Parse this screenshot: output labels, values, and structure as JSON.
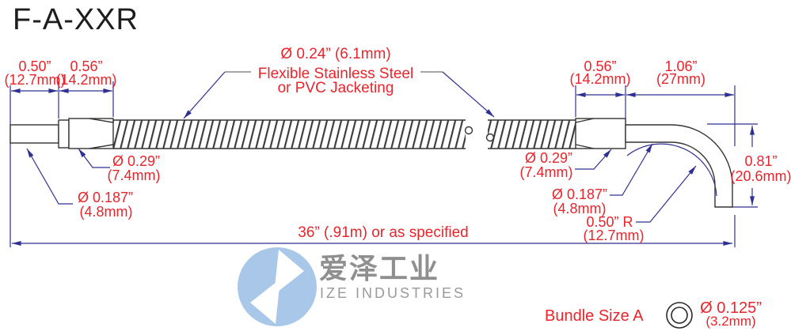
{
  "title": "F-A-XXR",
  "colors": {
    "dimension_text_red": "#e8252b",
    "dimension_line_blue": "#2f3192",
    "drawing_outline": "#343434",
    "watermark_blue": "#a9c7e8",
    "watermark_gray": "#8f8f8f"
  },
  "drawing": {
    "jacket_label": {
      "dia": "Ø 0.24” (6.1mm)",
      "line1": "Flexible Stainless Steel",
      "line2": "or PVC Jacketing"
    },
    "left_end": {
      "len1_in": "0.50”",
      "len1_mm": "(12.7mm)",
      "len2_in": "0.56”",
      "len2_mm": "(14.2mm)",
      "ferrule_dia_in": "Ø 0.29”",
      "ferrule_dia_mm": "(7.4mm)",
      "tip_dia_in": "Ø 0.187”",
      "tip_dia_mm": "(4.8mm)"
    },
    "right_end": {
      "len1_in": "0.56”",
      "len1_mm": "(14.2mm)",
      "len2_in": "1.06”",
      "len2_mm": "(27mm)",
      "ferrule_dia_in": "Ø 0.29”",
      "ferrule_dia_mm": "(7.4mm)",
      "tip_dia_in": "Ø 0.187”",
      "tip_dia_mm": "(4.8mm)",
      "drop_in": "0.81”",
      "drop_mm": "(20.6mm)",
      "radius_in": "0.50” R",
      "radius_mm": "(12.7mm)"
    },
    "overall_length": "36” (.91m) or as specified",
    "bundle": {
      "label": "Bundle Size A",
      "dia_in": "Ø 0.125”",
      "dia_mm": "(3.2mm)"
    }
  },
  "watermark": {
    "name_cn": "爱泽工业",
    "name_en": "IZE INDUSTRIES"
  }
}
